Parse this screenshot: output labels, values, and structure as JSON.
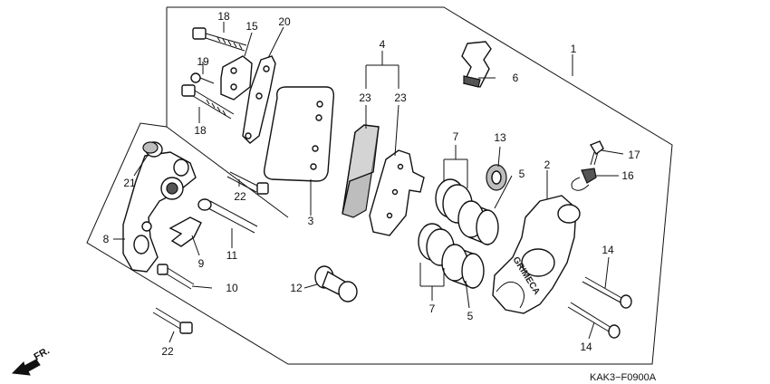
{
  "diagram": {
    "callouts": {
      "c1": "1",
      "c2": "2",
      "c3": "3",
      "c4": "4",
      "c5a": "5",
      "c5b": "5",
      "c6": "6",
      "c7a": "7",
      "c7b": "7",
      "c8": "8",
      "c9": "9",
      "c10": "10",
      "c11": "11",
      "c12": "12",
      "c13": "13",
      "c14a": "14",
      "c14b": "14",
      "c15": "15",
      "c16": "16",
      "c17": "17",
      "c18a": "18",
      "c18b": "18",
      "c19": "19",
      "c20": "20",
      "c21": "21",
      "c22a": "22",
      "c22b": "22",
      "c23a": "23",
      "c23b": "23"
    },
    "direction_label": "FR.",
    "figure_code": "KAK3−F0900A",
    "caliper_stamp": "GRIMECA"
  }
}
